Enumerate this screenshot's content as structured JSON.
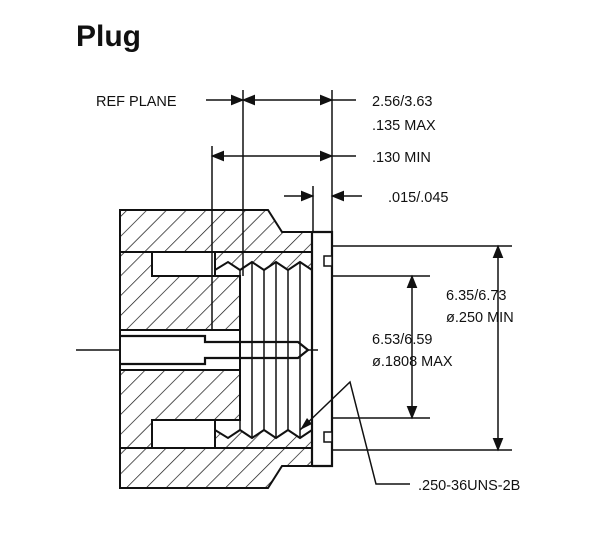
{
  "title": "Plug",
  "labels": {
    "ref_plane": "REF PLANE",
    "depth_mm": "2.56/3.63",
    "depth_in_max": ".135 MAX",
    "depth_in_min": ".130 MIN",
    "gap": ".015/.045",
    "outer_mm": "6.35/6.73",
    "outer_in": "ø.250 MIN",
    "inner_mm": "6.53/6.59",
    "inner_in": "ø.1808 MAX",
    "thread": ".250-36UNS-2B"
  }
}
